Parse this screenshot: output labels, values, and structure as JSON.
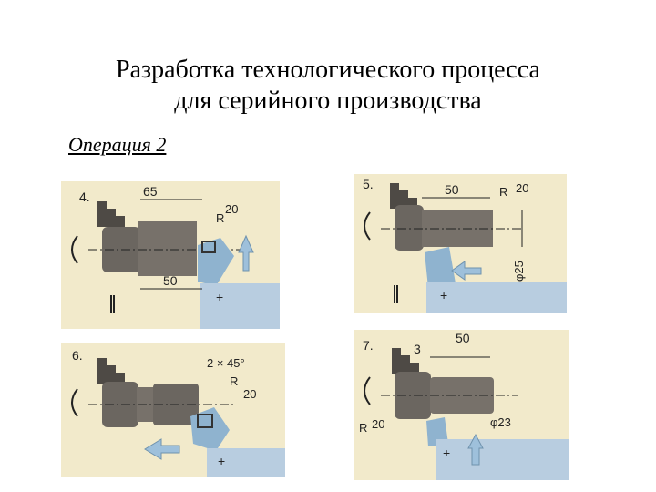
{
  "title": {
    "line1": "Разработка технологического процесса",
    "line2": "для серийного производства"
  },
  "operation_label": "Операция 2",
  "colors": {
    "panel_bg": "#f2eacb",
    "part": "#6b6660",
    "tool": "#8fb3cf",
    "arrow": "#9ec0db",
    "line": "#222222"
  },
  "panels": [
    {
      "step": "4.",
      "dims": [
        "65",
        "50",
        "R",
        "20"
      ]
    },
    {
      "step": "5.",
      "dims": [
        "50",
        "R",
        "20",
        "φ25"
      ]
    },
    {
      "step": "6.",
      "dims": [
        "2 × 45°",
        "R",
        "20"
      ]
    },
    {
      "step": "7.",
      "dims": [
        "3",
        "50",
        "φ23",
        "R",
        "20"
      ]
    }
  ]
}
